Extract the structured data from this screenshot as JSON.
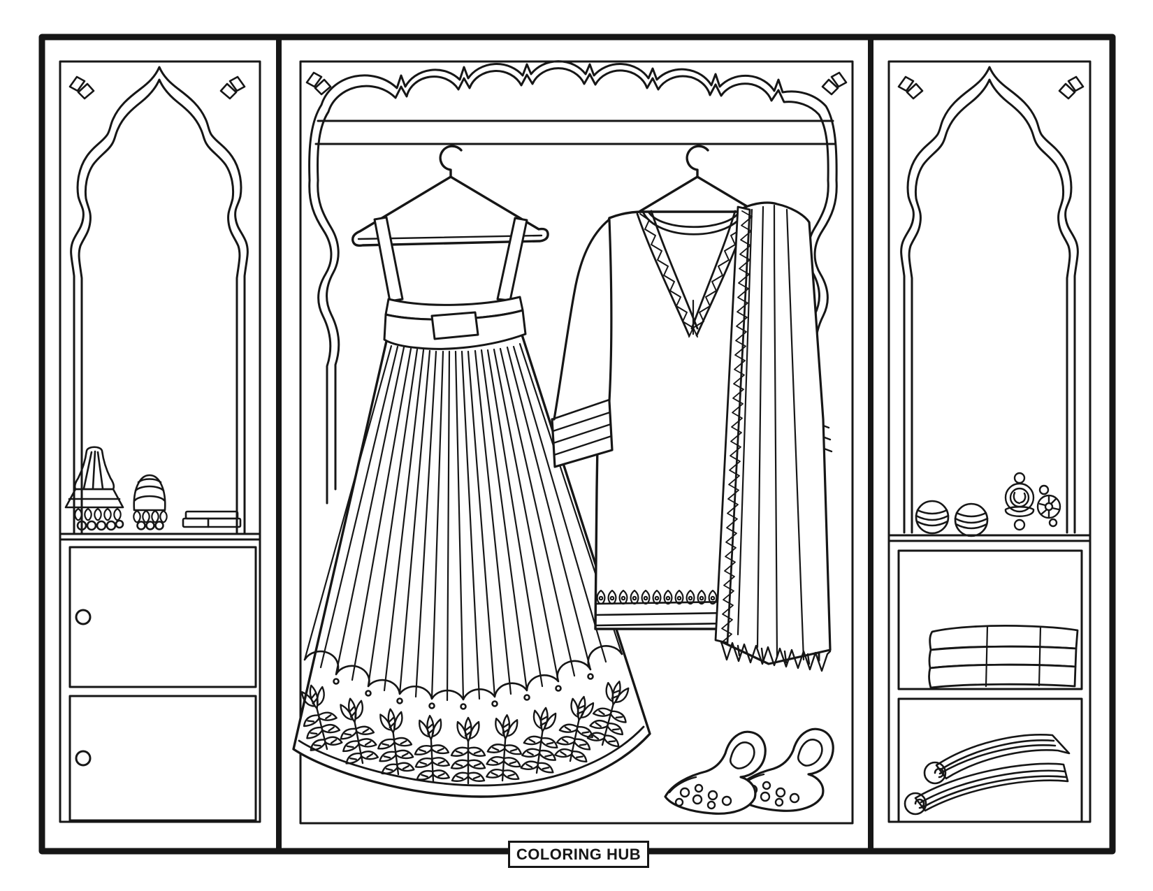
{
  "page": {
    "kind": "coloring-book-page",
    "background_color": "#ffffff",
    "ink_color": "#161616",
    "subject": "Indian ethnic wardrobe with lehenga, kurta and dupatta"
  },
  "footer": {
    "label": "COLORING HUB"
  },
  "scene": {
    "left_panel": {
      "arch": "mughal-arch-niche",
      "corner_ornaments": [
        "diamond-leaf",
        "diamond-leaf"
      ],
      "shelf_items": [
        "tasseled ornament",
        "bangle stack with tassels",
        "flat jewelry box"
      ],
      "drawers": [
        "drawer with round knob",
        "drawer with round knob"
      ]
    },
    "center_panel": {
      "valance": "scalloped valance with hanging rod",
      "corner_ornaments": [
        "diamond-leaf",
        "diamond-leaf"
      ],
      "items": [
        "pleated lehenga on hanger",
        "kurta with decorated neckline on hanger",
        "dupatta with zigzag border",
        "pair of jutti shoes"
      ]
    },
    "right_panel": {
      "arch": "mughal-arch-niche",
      "corner_ornaments": [
        "diamond-leaf",
        "diamond-leaf"
      ],
      "shelf_items": [
        "bangle stack",
        "bangle stack",
        "jhumka earring",
        "jhumka earring"
      ],
      "compartments": [
        "folded towels",
        "rolled fabrics"
      ]
    }
  }
}
